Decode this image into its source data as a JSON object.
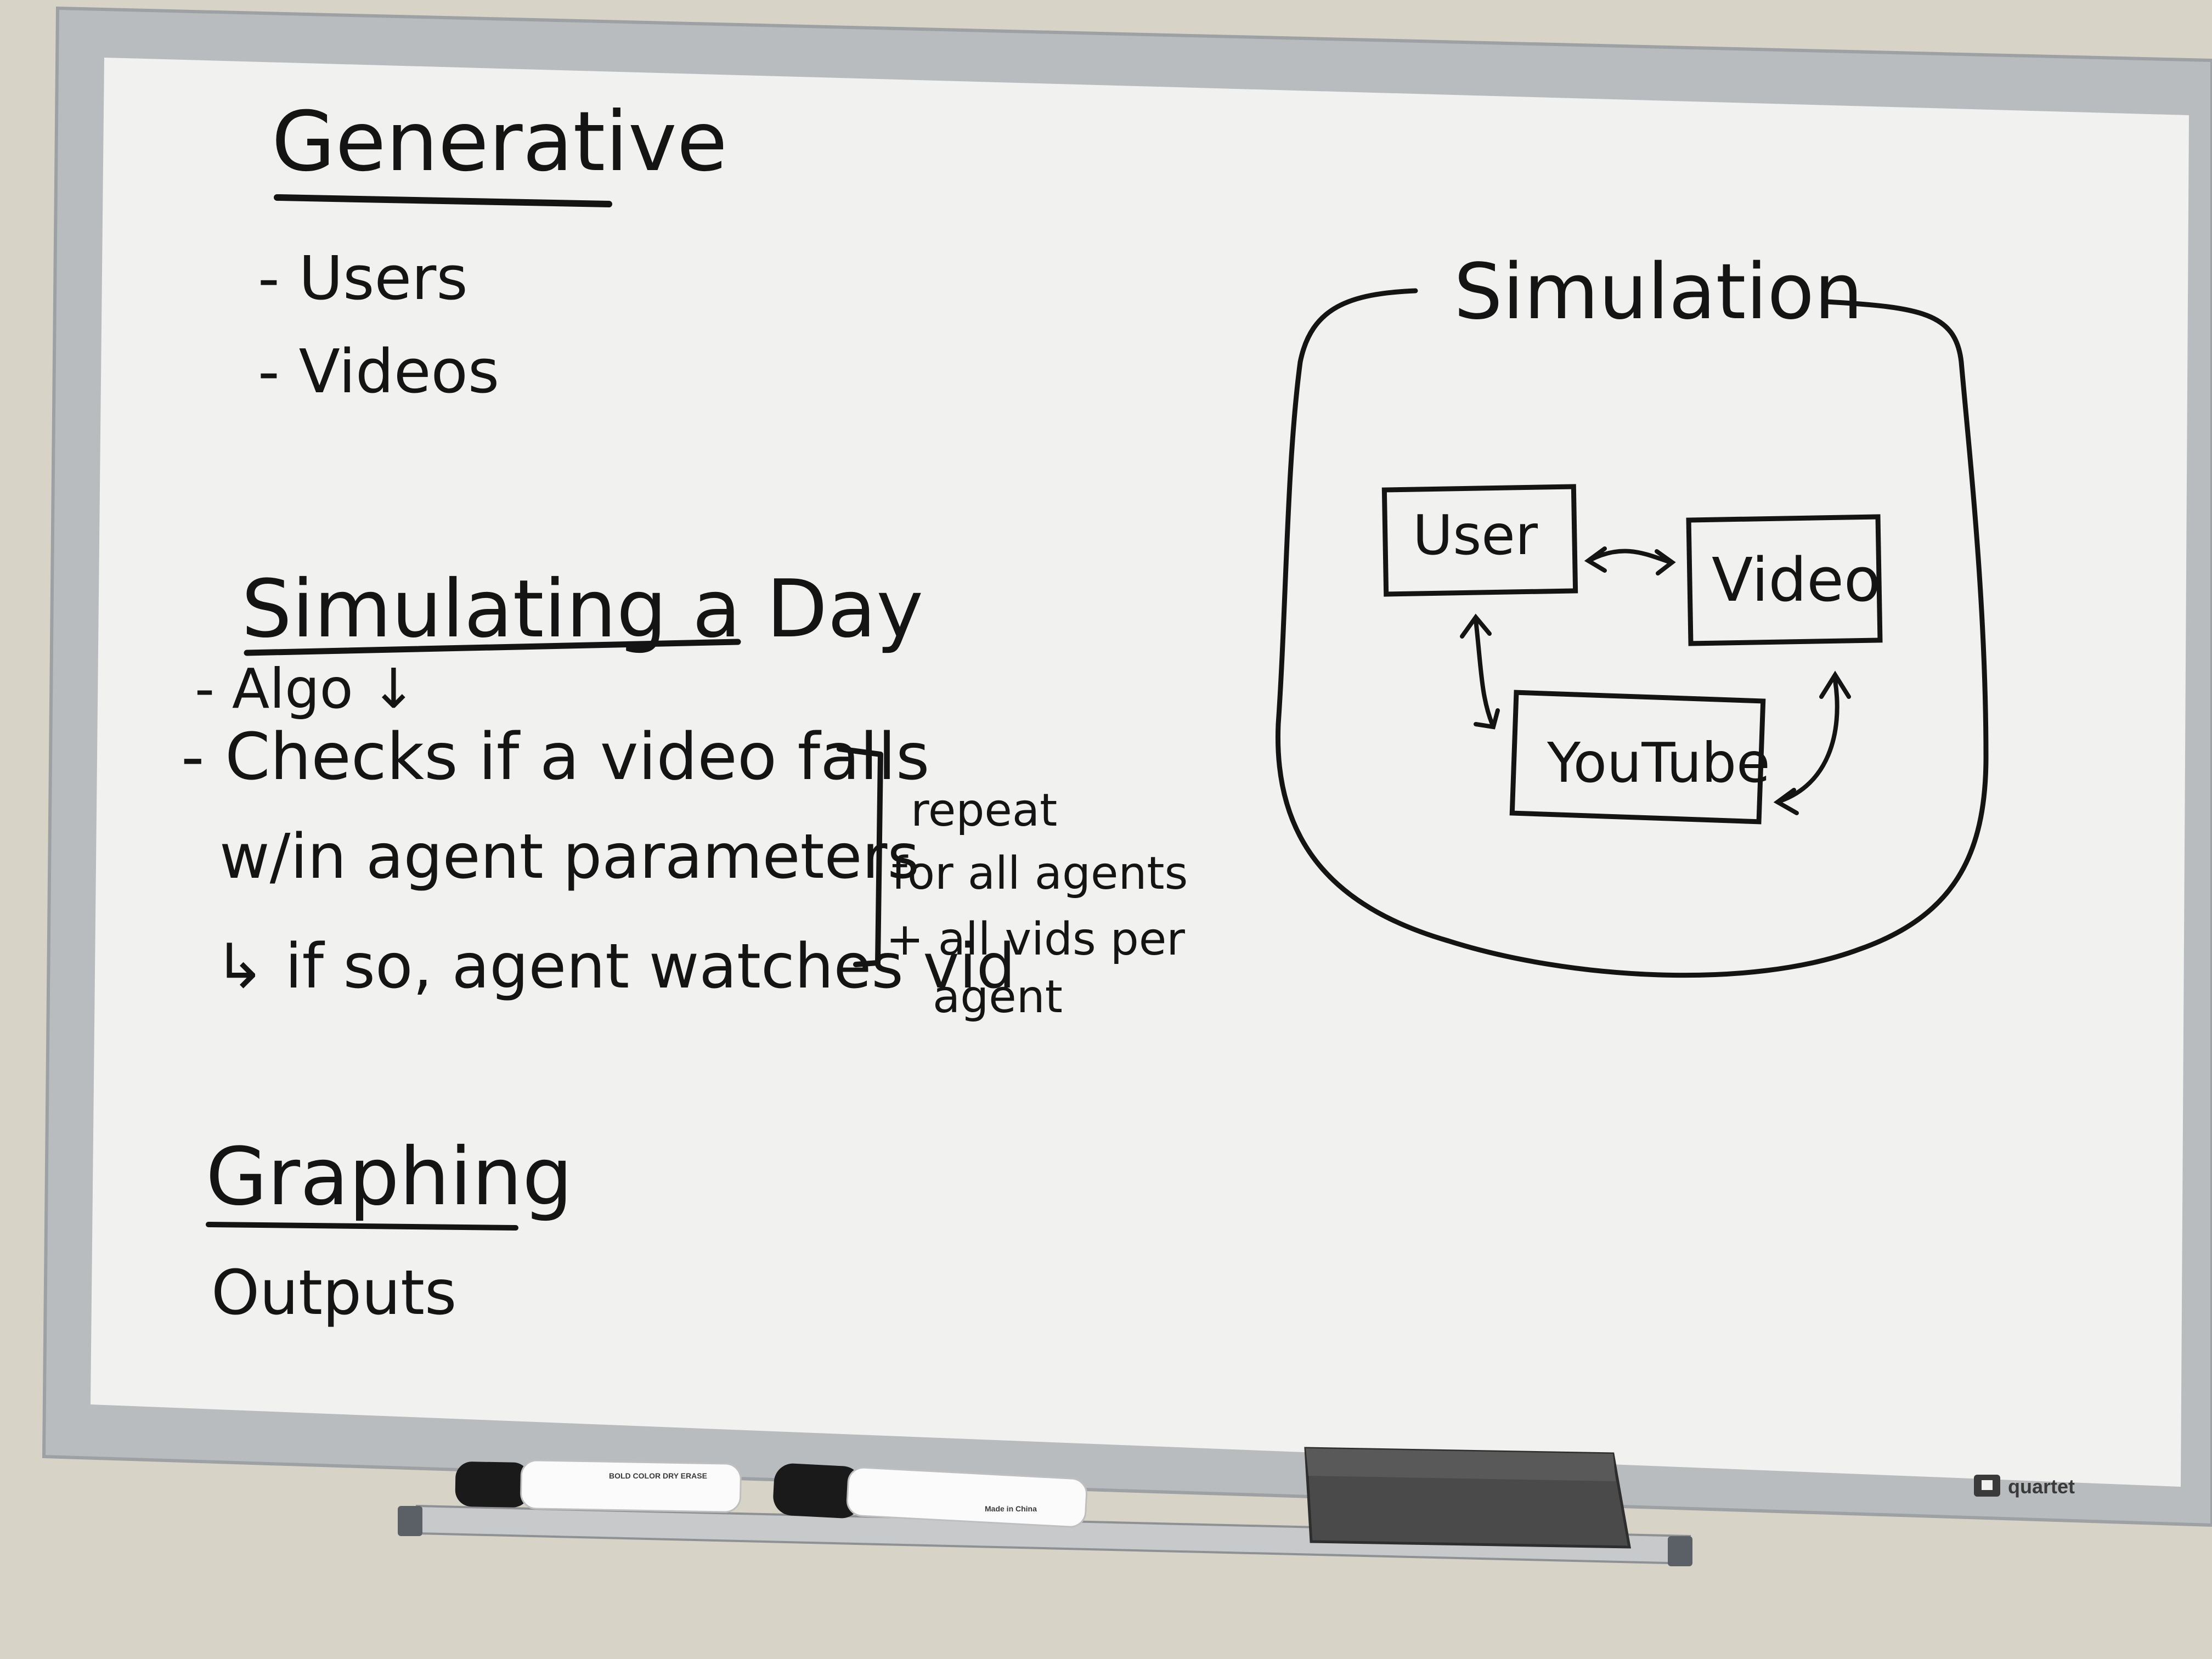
{
  "board": {
    "brand": "quartet",
    "colors": {
      "frame": "#b9bcbf",
      "surface": "#f1f2f0",
      "ink": "#141414",
      "wall": "#d8d3c7",
      "eraser": "#4a4a4a"
    }
  },
  "generative": {
    "title": "Generative",
    "items": [
      "- Users",
      "- Videos"
    ]
  },
  "simulating": {
    "title": "Simulating a Day",
    "lines": [
      "- Algo ↓",
      "- Checks if a video falls",
      "w/in agent parameters",
      "↳ if so, agent watches vid"
    ],
    "note": [
      "repeat",
      "for all agents",
      "+ all vids per",
      "agent"
    ]
  },
  "graphing": {
    "title": "Graphing",
    "item": "Outputs"
  },
  "simulation_diagram": {
    "title": "Simulation",
    "nodes": [
      "User",
      "Video",
      "YouTube"
    ]
  },
  "markers": [
    {
      "label": "BOLD COLOR DRY ERASE",
      "icon": "marker-icon"
    },
    {
      "label": "Made in China",
      "icon": "marker-icon"
    }
  ],
  "icons": {
    "brand_logo": "quartet-logo-icon",
    "eraser": "eraser-icon"
  }
}
